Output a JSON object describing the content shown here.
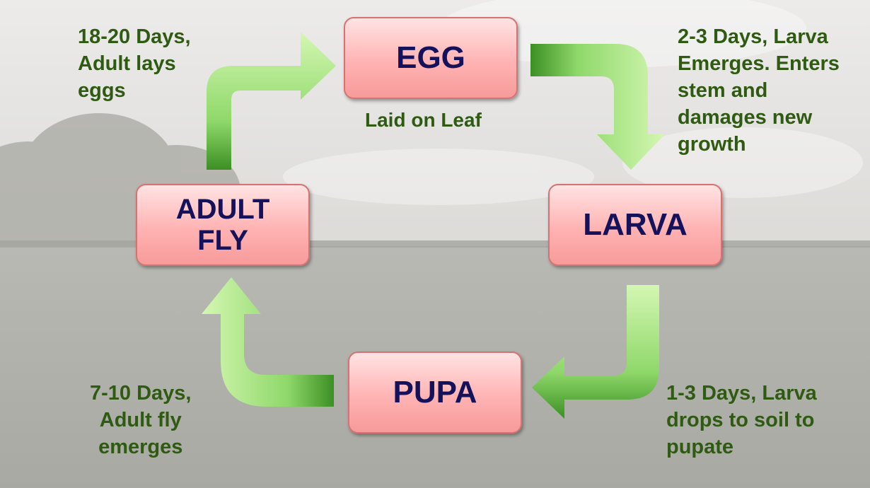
{
  "stages": {
    "egg": "EGG",
    "larva": "LARVA",
    "pupa": "PUPA",
    "adult": [
      "ADULT",
      "FLY"
    ]
  },
  "egg_caption": "Laid on Leaf",
  "notes": {
    "adult_to_egg": [
      "18-20 Days,",
      "Adult lays",
      "eggs"
    ],
    "egg_to_larva": [
      "2-3 Days, Larva",
      "Emerges. Enters",
      "stem and",
      "damages new",
      "growth"
    ],
    "larva_to_pupa": [
      "1-3 Days, Larva",
      "drops to soil to",
      "pupate"
    ],
    "pupa_to_adult": [
      "7-10 Days,",
      "Adult fly",
      "emerges"
    ]
  },
  "colors": {
    "box_text": "#14125a",
    "note_text": "#2f5a12",
    "box_fill": "#ffb3b3",
    "arrow_light": "#c8f0a0",
    "arrow_dark": "#3c8f24"
  }
}
